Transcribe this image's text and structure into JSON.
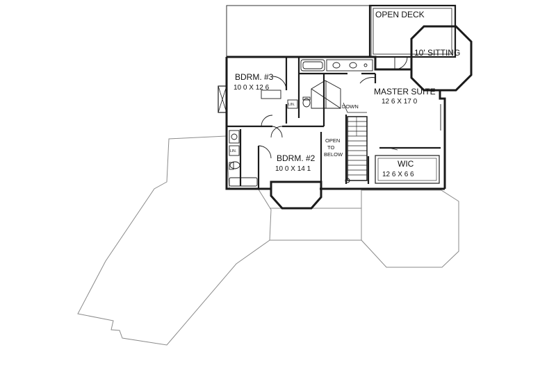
{
  "rooms": {
    "open_deck": "OPEN DECK",
    "sitting": "10' SITTING",
    "master_suite": "MASTER SUITE",
    "master_suite_dims": "12 6 X 17 0",
    "bdrm3": "BDRM. #3",
    "bdrm3_dims": "10 0 X 12 6",
    "bdrm2": "BDRM. #2",
    "bdrm2_dims": "10 0 X 14 1",
    "wic": "WIC",
    "wic_dims": "12 6 X 6 6"
  },
  "labels": {
    "down": "DOWN",
    "open_1": "OPEN",
    "open_2": "TO",
    "open_3": "BELOW",
    "lin_1": "LIN.",
    "lin_2": "LIN."
  },
  "colors": {
    "line": "#1a1a1a",
    "roof_line": "#8a8a8a",
    "background": "#ffffff"
  }
}
